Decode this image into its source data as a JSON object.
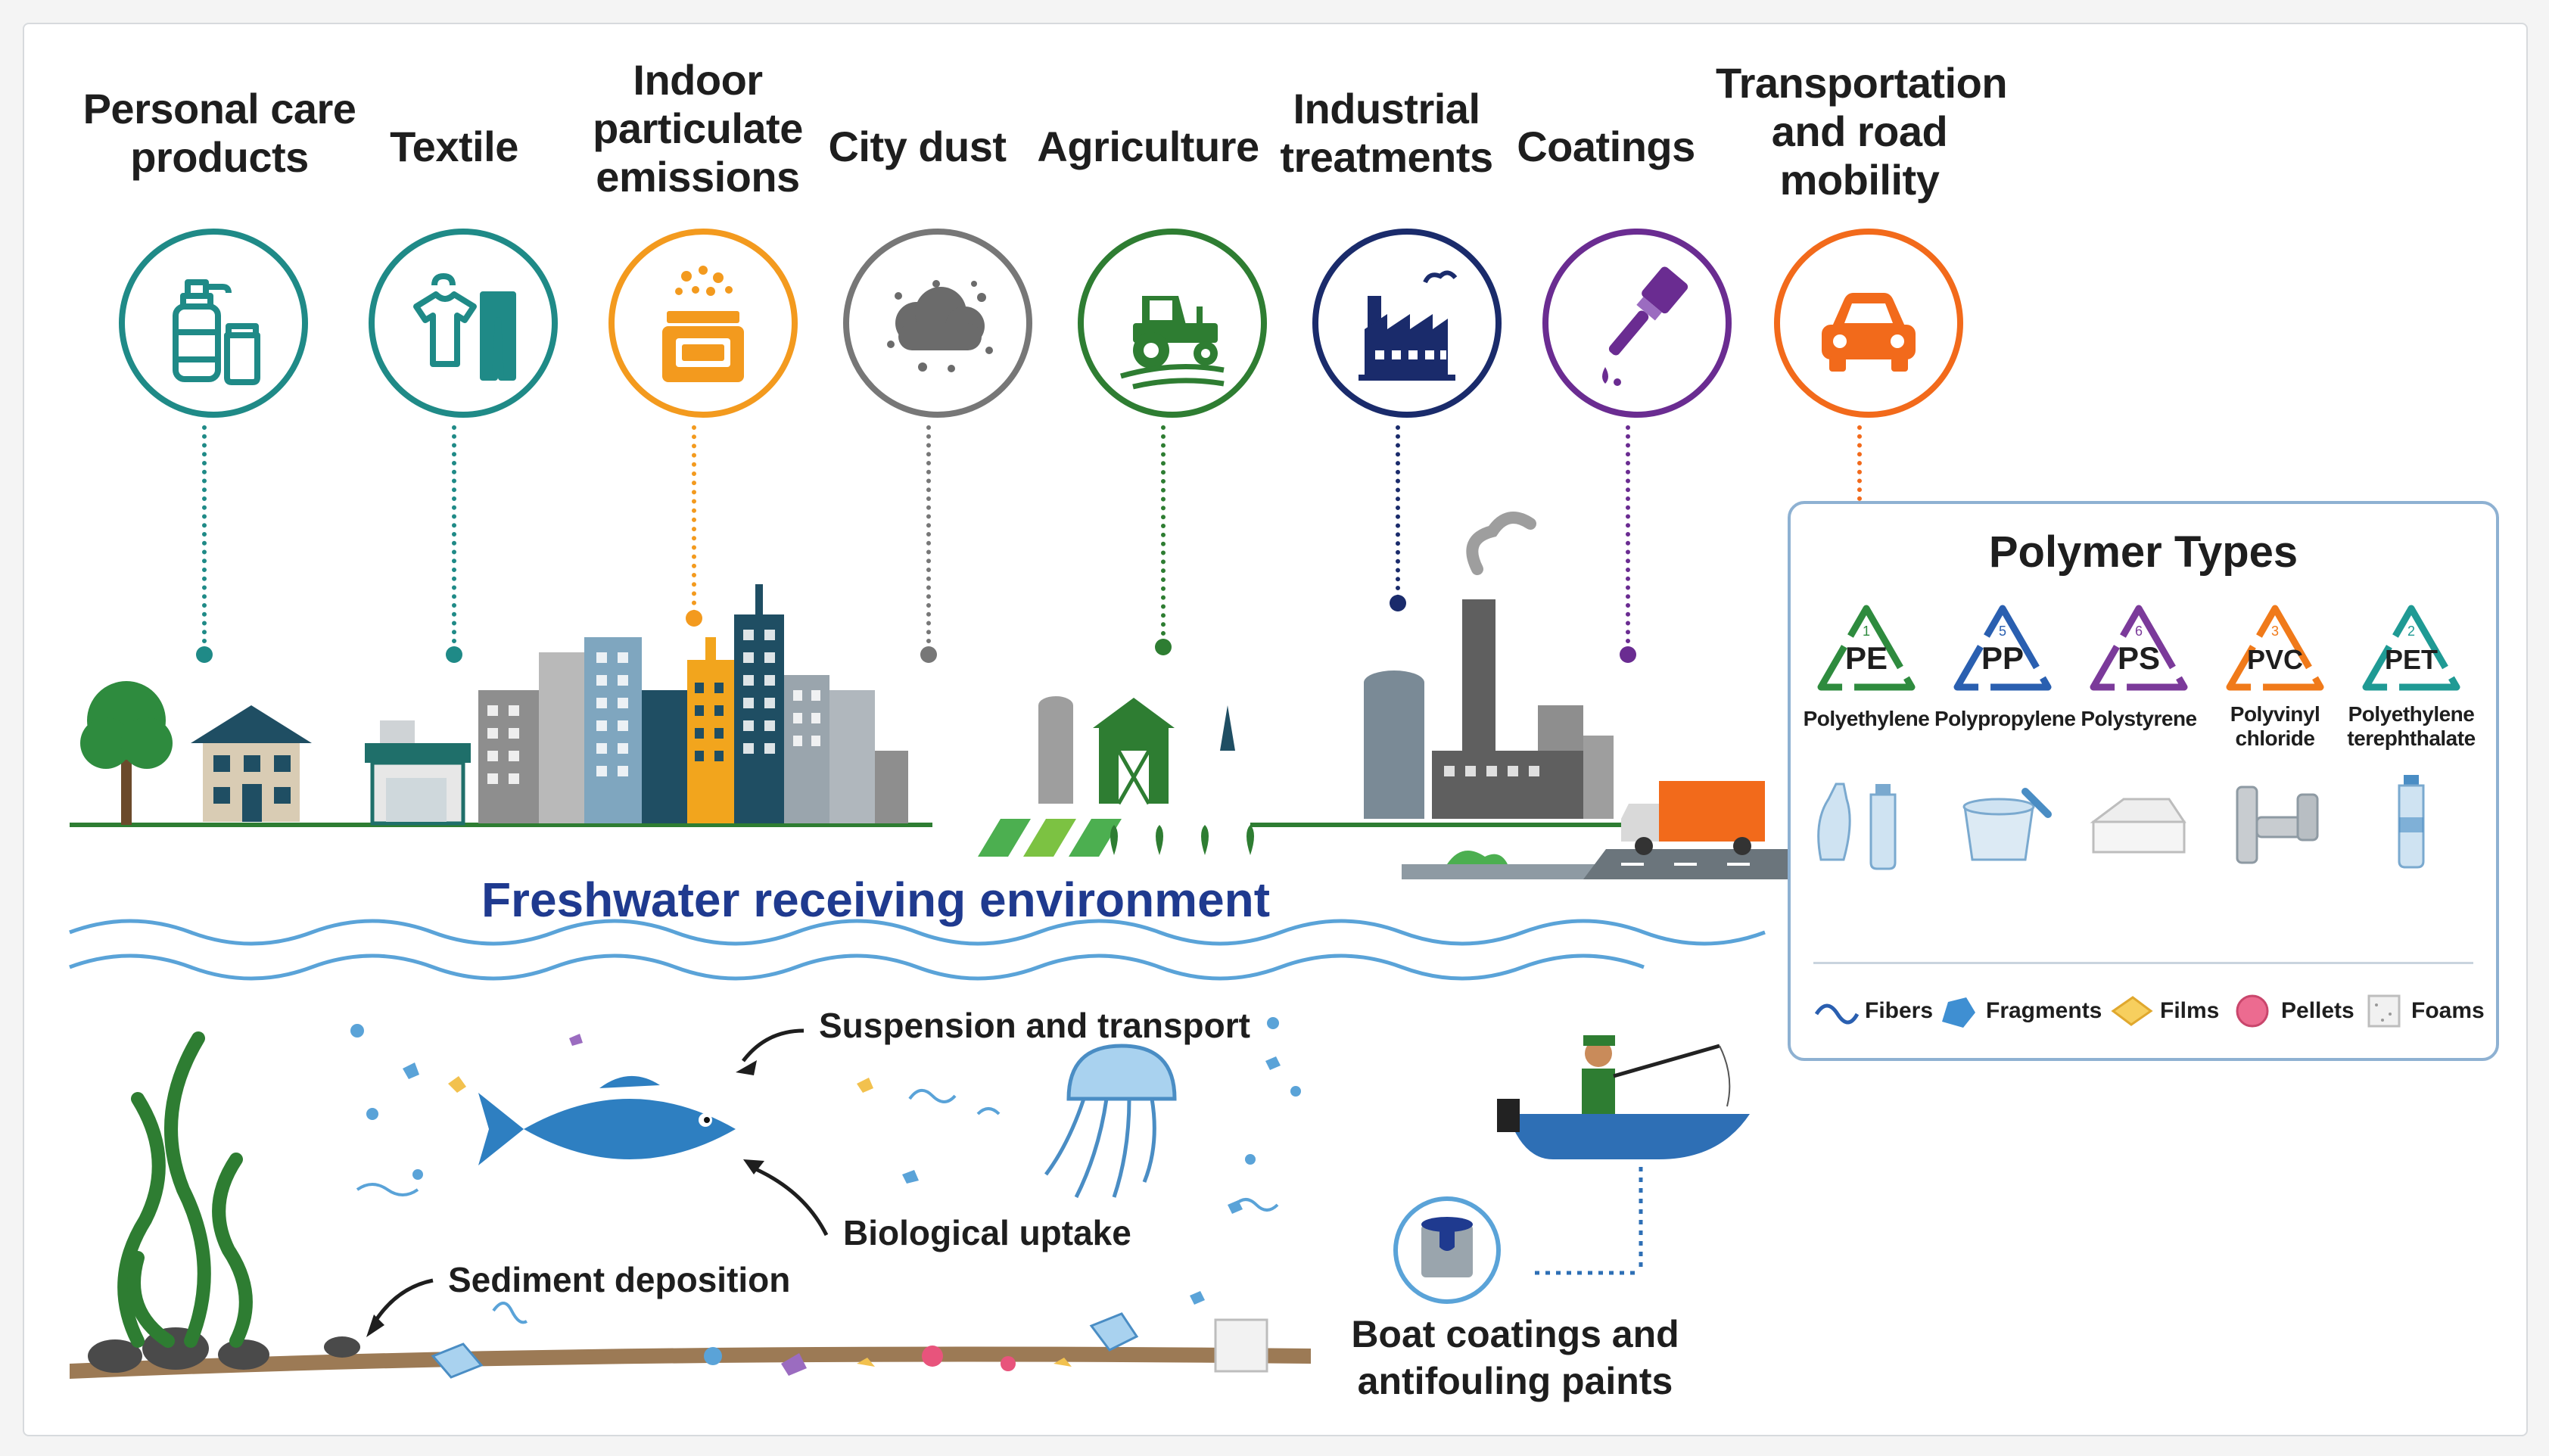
{
  "sources": [
    {
      "key": "personal-care",
      "label": "Personal care products",
      "color": "#1f8a87",
      "icon": "lotion-bottles-icon"
    },
    {
      "key": "textile",
      "label": "Textile",
      "color": "#1f8a87",
      "icon": "clothing-icon"
    },
    {
      "key": "indoor",
      "label": "Indoor particulate emissions",
      "color": "#f39a1e",
      "icon": "stove-particles-icon"
    },
    {
      "key": "city-dust",
      "label": "City dust",
      "color": "#777777",
      "icon": "dust-cloud-icon"
    },
    {
      "key": "agriculture",
      "label": "Agriculture",
      "color": "#2e7d32",
      "icon": "tractor-icon"
    },
    {
      "key": "industrial",
      "label": "Industrial treatments",
      "color": "#1a2b6b",
      "icon": "factory-icon"
    },
    {
      "key": "coatings",
      "label": "Coatings",
      "color": "#6a2c91",
      "icon": "paint-brush-icon"
    },
    {
      "key": "transport",
      "label": "Transportation and road mobility",
      "color": "#f26a1b",
      "icon": "car-icon"
    }
  ],
  "environment": {
    "title": "Freshwater receiving environment",
    "suspension": "Suspension and transport",
    "uptake": "Biological uptake",
    "sediment": "Sediment deposition",
    "boat": "Boat coatings and antifouling paints"
  },
  "polymers": {
    "title": "Polymer Types",
    "items": [
      {
        "code": "PE",
        "number": "1",
        "name": "Polyethylene",
        "color": "#2e8b3e",
        "item_icon": "plastic-bag-bottle-icon"
      },
      {
        "code": "PP",
        "number": "5",
        "name": "Polypropylene",
        "color": "#2a5fb0",
        "item_icon": "plastic-container-icon"
      },
      {
        "code": "PS",
        "number": "6",
        "name": "Polystyrene",
        "color": "#7b3a9a",
        "item_icon": "foam-clamshell-icon"
      },
      {
        "code": "PVC",
        "number": "3",
        "name": "Polyvinyl chloride",
        "color": "#f07a1a",
        "item_icon": "pvc-pipe-icon"
      },
      {
        "code": "PET",
        "number": "2",
        "name": "Polyethylene terephthalate",
        "color": "#1f9a94",
        "item_icon": "water-bottle-icon"
      }
    ],
    "shapes": [
      {
        "name": "Fibers",
        "icon": "fiber-icon"
      },
      {
        "name": "Fragments",
        "icon": "fragment-icon"
      },
      {
        "name": "Films",
        "icon": "film-icon"
      },
      {
        "name": "Pellets",
        "icon": "pellet-icon"
      },
      {
        "name": "Foams",
        "icon": "foam-icon"
      }
    ]
  }
}
